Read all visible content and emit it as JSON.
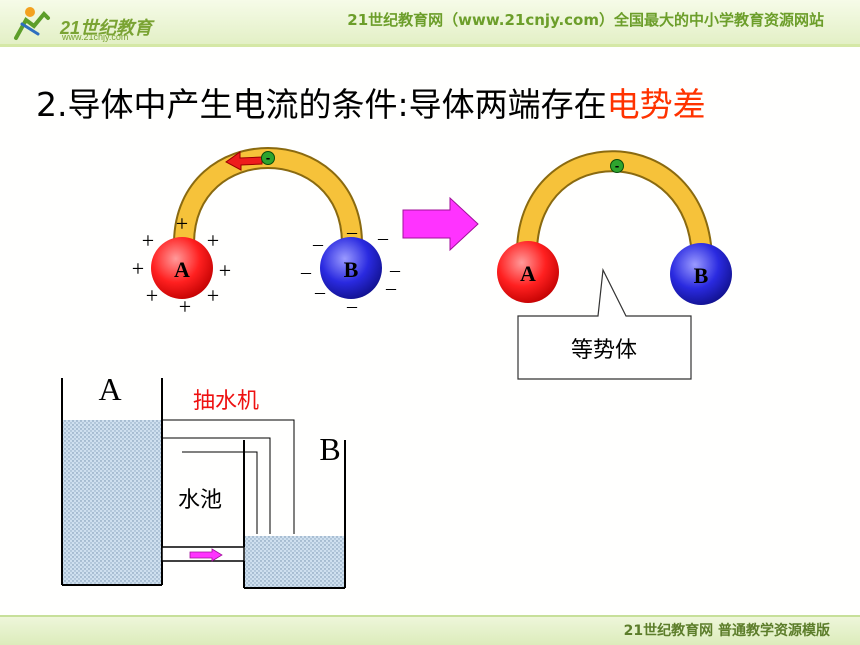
{
  "header": {
    "logo_text": "21世纪教育",
    "logo_sub": "www.21cnjy.com",
    "slogan": "21世纪教育网（www.21cnjy.com）全国最大的中小学教育资源网站"
  },
  "title": {
    "prefix": "2.导体中产生电流的条件:导体两端存在",
    "highlight": "电势差"
  },
  "left_diagram": {
    "sphere_a_label": "A",
    "sphere_b_label": "B",
    "electron_symbol": "-",
    "plus_sign": "+",
    "minus_sign": "–"
  },
  "right_diagram": {
    "sphere_a_label": "A",
    "sphere_b_label": "B",
    "electron_symbol": "-",
    "callout_text": "等势体"
  },
  "water_diagram": {
    "label_a": "A",
    "label_b": "B",
    "pump_label": "抽水机",
    "pool_label": "水池"
  },
  "footer": {
    "text": "21世纪教育网    普通教学资源模版"
  },
  "colors": {
    "conductor": "#f6c23a",
    "sphere_a": "#ff2020",
    "sphere_b": "#2a2ae0",
    "electron": "#2ea42e",
    "arrow_transition": "#ff33ff",
    "highlight_red": "#ff3300"
  }
}
